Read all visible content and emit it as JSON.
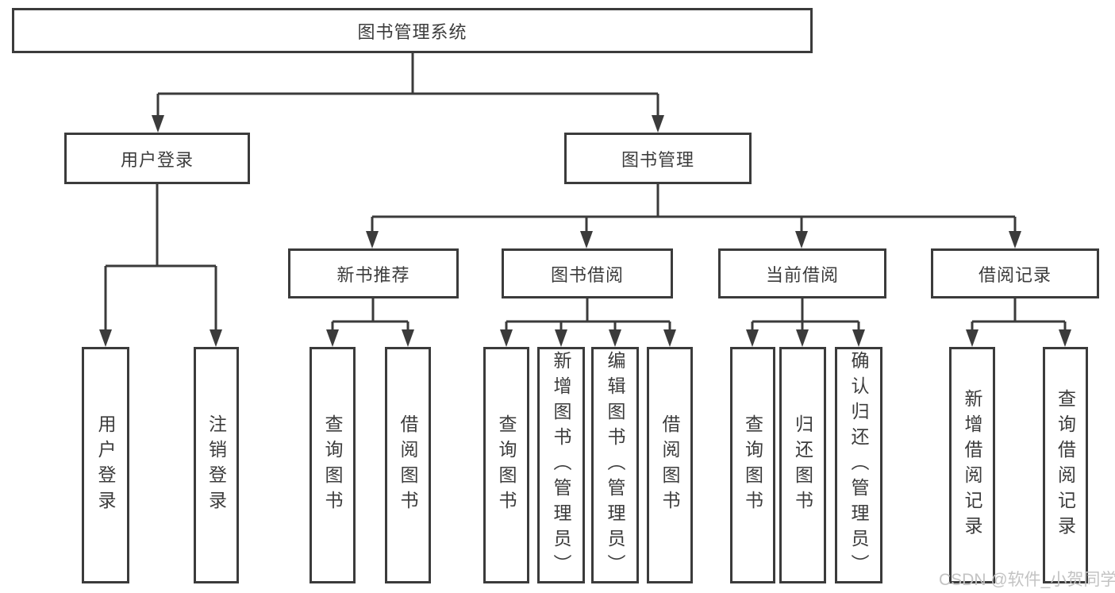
{
  "diagram": {
    "root": {
      "label": "图书管理系统"
    },
    "level1": [
      {
        "label": "用户登录"
      },
      {
        "label": "图书管理"
      }
    ],
    "level2": [
      {
        "label": "新书推荐",
        "parent": "图书管理"
      },
      {
        "label": "图书借阅",
        "parent": "图书管理"
      },
      {
        "label": "当前借阅",
        "parent": "图书管理"
      },
      {
        "label": "借阅记录",
        "parent": "图书管理"
      }
    ],
    "leaves": [
      {
        "label": "用户登录",
        "parent": "用户登录"
      },
      {
        "label": "注销登录",
        "parent": "用户登录"
      },
      {
        "label": "查询图书",
        "parent": "新书推荐"
      },
      {
        "label": "借阅图书",
        "parent": "新书推荐"
      },
      {
        "label": "查询图书",
        "parent": "图书借阅"
      },
      {
        "label": "新增图书（管理员）",
        "parent": "图书借阅"
      },
      {
        "label": "编辑图书（管理员）",
        "parent": "图书借阅"
      },
      {
        "label": "借阅图书",
        "parent": "图书借阅"
      },
      {
        "label": "查询图书",
        "parent": "当前借阅"
      },
      {
        "label": "归还图书",
        "parent": "当前借阅"
      },
      {
        "label": "确认归还（管理员）",
        "parent": "当前借阅"
      },
      {
        "label": "新增借阅记录",
        "parent": "借阅记录"
      },
      {
        "label": "查询借阅记录",
        "parent": "借阅记录"
      }
    ],
    "watermark": {
      "label": "CSDN @软件_小贺同学"
    },
    "colors": {
      "line": "#3b3b3b",
      "text": "#3c3c3c",
      "watermark": "#c3c3c3",
      "background": "#ffffff"
    }
  }
}
